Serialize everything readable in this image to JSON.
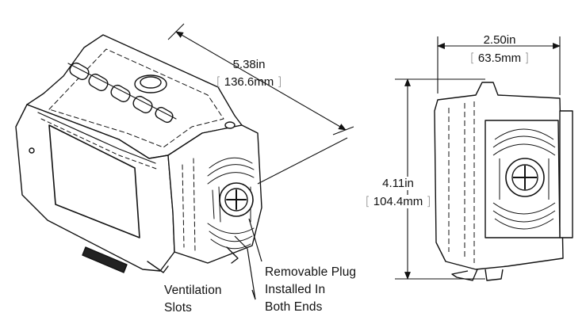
{
  "dimensions": {
    "length": {
      "imperial": "5.38in",
      "metric": "136.6mm"
    },
    "width": {
      "imperial": "2.50in",
      "metric": "63.5mm"
    },
    "height": {
      "imperial": "4.11in",
      "metric": "104.4mm"
    }
  },
  "callouts": {
    "ventilation": {
      "line1": "Ventilation",
      "line2": "Slots"
    },
    "plug": {
      "line1": "Removable Plug",
      "line2": "Installed In",
      "line3": "Both Ends"
    }
  }
}
